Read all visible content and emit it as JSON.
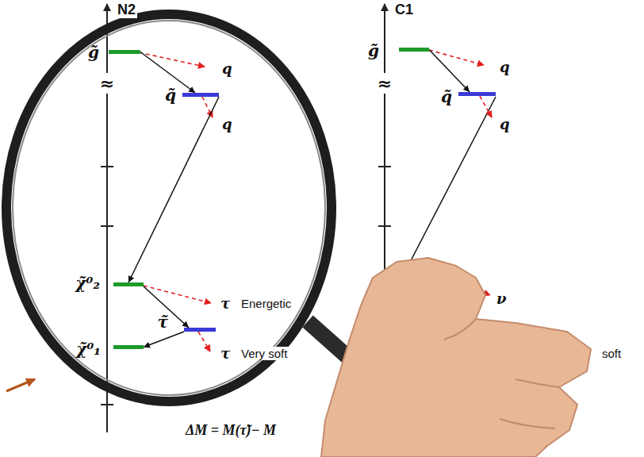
{
  "diagram": {
    "nodes": [
      {
        "text": [
          "g̃"
        ]
      },
      {
        "text": [
          "q̃"
        ]
      },
      {
        "text": [
          "χ̃⁰₂"
        ]
      },
      {
        "text": [
          "τ̃"
        ]
      },
      {
        "text": [
          "χ̃⁰₁"
        ]
      },
      {
        "text": [
          "g̃"
        ]
      },
      {
        "text": [
          "q̃"
        ]
      }
    ],
    "edges": [
      {
        "from": 0,
        "to": 1,
        "arrow": "to"
      },
      {
        "from": 1,
        "to": 2,
        "arrow": "to"
      },
      {
        "from": 2,
        "to": 3,
        "arrow": "to"
      },
      {
        "from": 3,
        "to": 4,
        "arrow": "to"
      },
      {
        "from": 5,
        "to": 6,
        "arrow": "to"
      }
    ],
    "labels": [
      "N2",
      "C1",
      "≈",
      "≈",
      "q",
      "q",
      "τ",
      "Energetic",
      "τ",
      "Very soft",
      "q",
      "q",
      "ν",
      "soft",
      "ΔM = M(τ̃)− M"
    ]
  }
}
